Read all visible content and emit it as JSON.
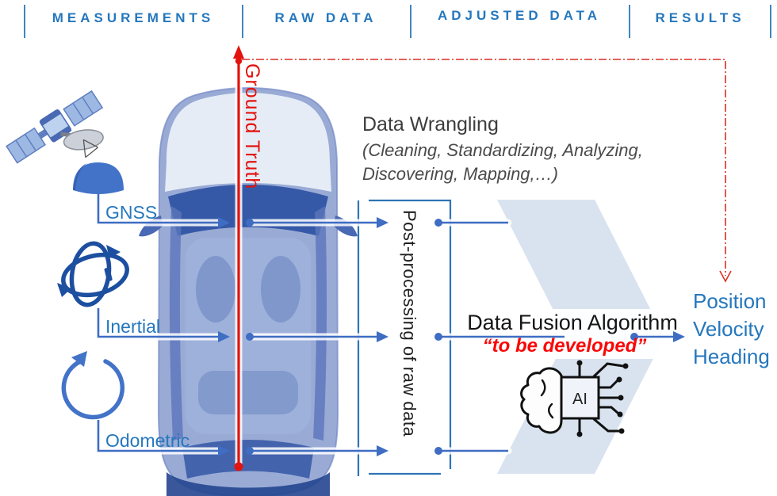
{
  "header": {
    "items": [
      {
        "label": "MEASUREMENTS"
      },
      {
        "label": "RAW DATA"
      },
      {
        "label": "ADJUSTED DATA"
      },
      {
        "label": "RESULTS"
      }
    ]
  },
  "ground_truth": {
    "label": "Ground Truth"
  },
  "sensors": {
    "gnss": {
      "label": "GNSS"
    },
    "inertial": {
      "label": "Inertial"
    },
    "odometric": {
      "label": "Odometric"
    }
  },
  "data_wrangling": {
    "title": "Data Wrangling",
    "subtitle_line1": "(Cleaning, Standardizing, Analyzing,",
    "subtitle_line2": "Discovering, Mapping,…)"
  },
  "post_processing": {
    "label": "Post-processing of raw data"
  },
  "fusion": {
    "title": "Data Fusion Algorithm",
    "status": "“to be developed”",
    "ai_label": "AI"
  },
  "results": {
    "items": [
      "Position",
      "Velocity",
      "Heading"
    ]
  },
  "colors": {
    "header_blue": "#2577bd",
    "line_blue": "#3e6dc3",
    "red": "#e3130d",
    "chevron_fill": "#d9e3f0",
    "text_dark": "#1f1f1f",
    "text_gray": "#4a4a4a"
  }
}
